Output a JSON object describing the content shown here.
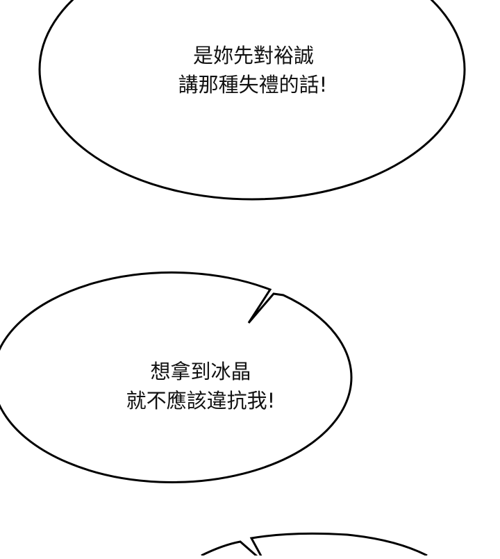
{
  "panel": {
    "background": "#ffffff",
    "stroke_color": "#000000"
  },
  "bubbles": [
    {
      "id": "top",
      "lines": [
        "是妳先對裕誠",
        "講那種失禮的話!"
      ]
    },
    {
      "id": "middle",
      "lines": [
        "想拿到冰晶",
        "就不應該違抗我!"
      ]
    },
    {
      "id": "bottom",
      "lines": []
    }
  ]
}
